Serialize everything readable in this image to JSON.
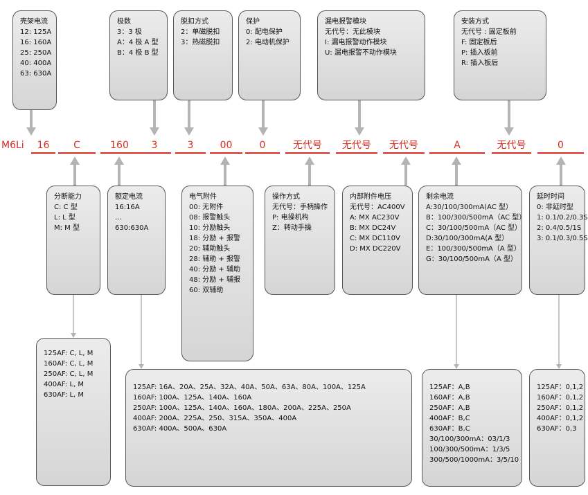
{
  "prefix": "M6Li",
  "segments": [
    "16",
    "C",
    "160",
    "3",
    "3",
    "00",
    "0",
    "无代号",
    "无代号",
    "无代号",
    "A",
    "无代号",
    "0"
  ],
  "top_boxes": [
    {
      "title": "壳架电流",
      "lines": [
        "12: 125A",
        "16: 160A",
        "25: 250A",
        "40: 400A",
        "63: 630A"
      ]
    },
    {
      "title": "极数",
      "lines": [
        "3：3 极",
        "A：4 极 A 型",
        "B：4 极 B 型"
      ]
    },
    {
      "title": "脱扣方式",
      "lines": [
        "2：单磁脱扣",
        "3：热磁脱扣"
      ]
    },
    {
      "title": "保护",
      "lines": [
        "0: 配电保护",
        "2: 电动机保护"
      ]
    },
    {
      "title": "漏电报警模块",
      "lines": [
        "无代号：无此模块",
        "I: 漏电报警动作模块",
        "U: 漏电报警不动作模块"
      ]
    },
    {
      "title": "安装方式",
      "lines": [
        "无代号 : 固定板前",
        "F: 固定板后",
        "P: 插入板前",
        "R: 插入板后"
      ]
    }
  ],
  "mid_boxes": [
    {
      "title": "分断能力",
      "lines": [
        "C: C 型",
        "L: L 型",
        "M: M 型"
      ]
    },
    {
      "title": "额定电流",
      "lines": [
        "16:16A",
        "…",
        "630:630A"
      ]
    },
    {
      "title": "电气附件",
      "lines": [
        "00: 无附件",
        "08: 报警触头",
        "10: 分励触头",
        "18: 分励 + 报警",
        "20: 辅助触头",
        "28: 辅助 + 报警",
        "40: 分励 + 辅助",
        "48: 分励 + 辅报",
        "60: 双辅助"
      ]
    },
    {
      "title": "操作方式",
      "lines": [
        "无代号：手柄操作",
        "P: 电操机构",
        "Z：转动手操"
      ]
    },
    {
      "title": "内部附件电压",
      "lines": [
        "无代号：AC400V",
        "A: MX AC230V",
        "B: MX DC24V",
        "C: MX DC110V",
        "D: MX DC220V"
      ]
    },
    {
      "title": "剩余电流",
      "lines": [
        "A:30/100/300mA(AC 型）",
        "B：100/300/500mA（AC 型）",
        "C：30/100/500mA（AC 型）",
        "D:30/100/300mA(A 型）",
        "E：100/300/500mA（A 型）",
        "G：30/100/500mA（A 型）"
      ]
    },
    {
      "title": "延时时间",
      "lines": [
        "0: 非延时型",
        "1: 0.1/0.2/0.3S",
        "2: 0.4/0.5/1S",
        "3: 0.1/0.3/0.5S"
      ]
    }
  ],
  "bottom_boxes": [
    {
      "lines": [
        "125AF: C, L, M",
        "160AF: C, L, M",
        "250AF: C, L, M",
        "400AF: L, M",
        "630AF: L, M"
      ]
    },
    {
      "lines": [
        "125AF: 16A、20A、25A、32A、40A、50A、63A、80A、100A、125A",
        "160AF: 100A、125A、140A、160A",
        "250AF: 100A、125A、140A、160A、180A、200A、225A、250A",
        "400AF: 200A、225A、250、315A、350A、400A",
        "630AF: 400A、500A、630A"
      ]
    },
    {
      "lines": [
        "125AF：A,B",
        "160AF：A,B",
        "250AF：A,B",
        "400AF：B,C",
        "630AF：B,C",
        "30/100/300mA：03/1/3",
        "100/300/500mA：1/3/5",
        "300/500/1000mA：3/5/10"
      ]
    },
    {
      "lines": [
        "125AF：0,1,2",
        "160AF：0,1,2",
        "250AF：0,1,2",
        "400AF：0,1,2",
        "630AF：0,3"
      ]
    }
  ],
  "colors": {
    "code_red": "#d62b22",
    "arrow_gray": "#b4b4b4",
    "box_border": "#555555"
  }
}
